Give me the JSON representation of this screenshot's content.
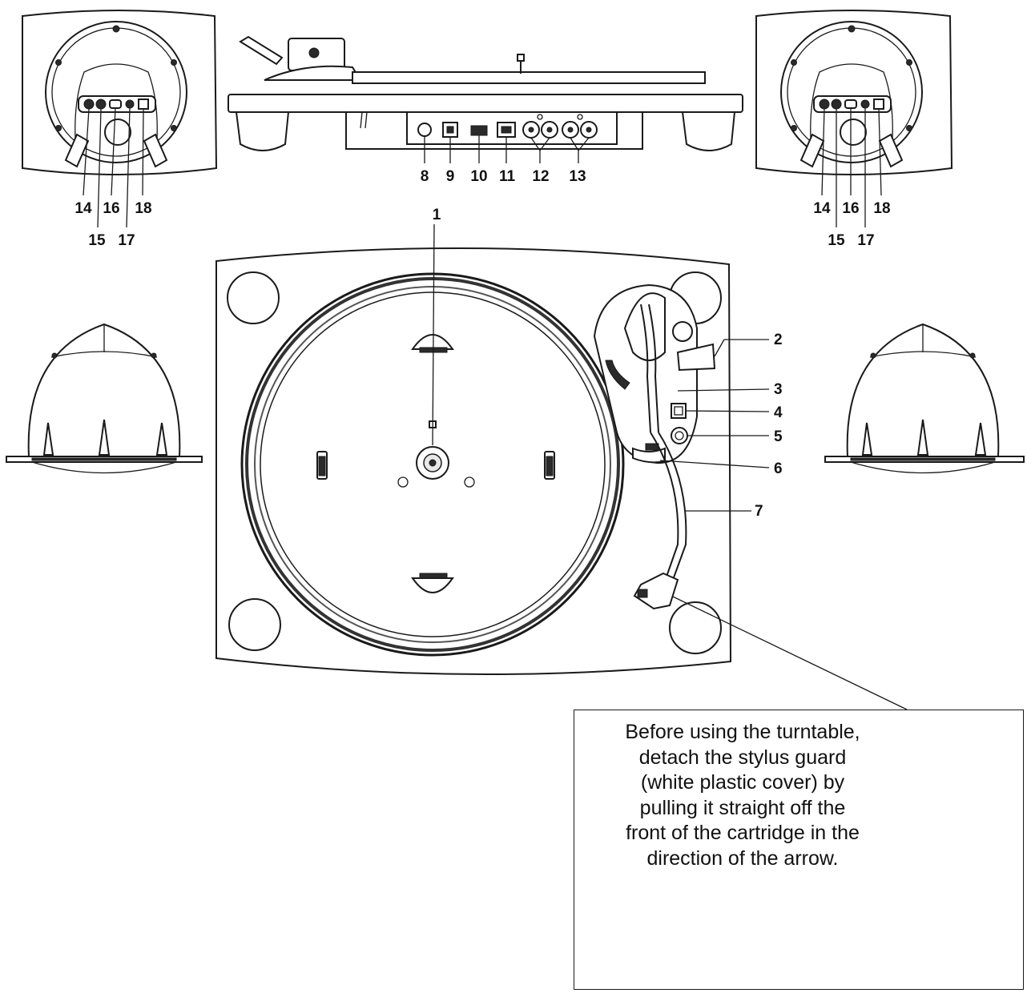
{
  "callouts": {
    "c1": "1",
    "c2": "2",
    "c3": "3",
    "c4": "4",
    "c5": "5",
    "c6": "6",
    "c7": "7",
    "c8": "8",
    "c9": "9",
    "c10": "10",
    "c11": "11",
    "c12": "12",
    "c13": "13",
    "left_speaker": {
      "c14": "14",
      "c15": "15",
      "c16": "16",
      "c17": "17",
      "c18": "18"
    },
    "right_speaker": {
      "c14": "14",
      "c15": "15",
      "c16": "16",
      "c17": "17",
      "c18": "18"
    }
  },
  "note": {
    "lines": [
      "Before using the turntable,",
      "detach the stylus guard",
      "(white plastic cover) by",
      "pulling it straight off the",
      "front of the cartridge in the",
      "direction of the arrow."
    ]
  }
}
